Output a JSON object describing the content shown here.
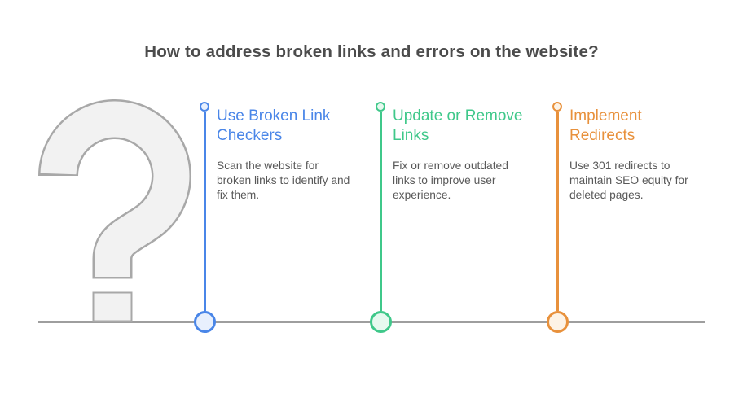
{
  "title": "How to address broken links and errors on the website?",
  "steps": [
    {
      "heading": "Use Broken Link Checkers",
      "body": "Scan the website for broken links to identify and fix them.",
      "accent": "#4a86e8",
      "dot_fill": "#e8f0fd"
    },
    {
      "heading": "Update or Remove Links",
      "body": "Fix or remove outdated links to improve user experience.",
      "accent": "#3fc88a",
      "dot_fill": "#e6f9ef"
    },
    {
      "heading": "Implement Redirects",
      "body": "Use 301 redirects to maintain SEO equity for deleted pages.",
      "accent": "#e8913c",
      "dot_fill": "#fdf3e6"
    }
  ],
  "icons": {
    "question_mark": "?"
  },
  "palette": {
    "bg": "#ffffff",
    "title_color": "#4c4c4c",
    "body_color": "#595959",
    "timeline": "#9e9e9e",
    "qm_fill": "#f2f2f2",
    "qm_stroke": "#a8a8a8"
  }
}
